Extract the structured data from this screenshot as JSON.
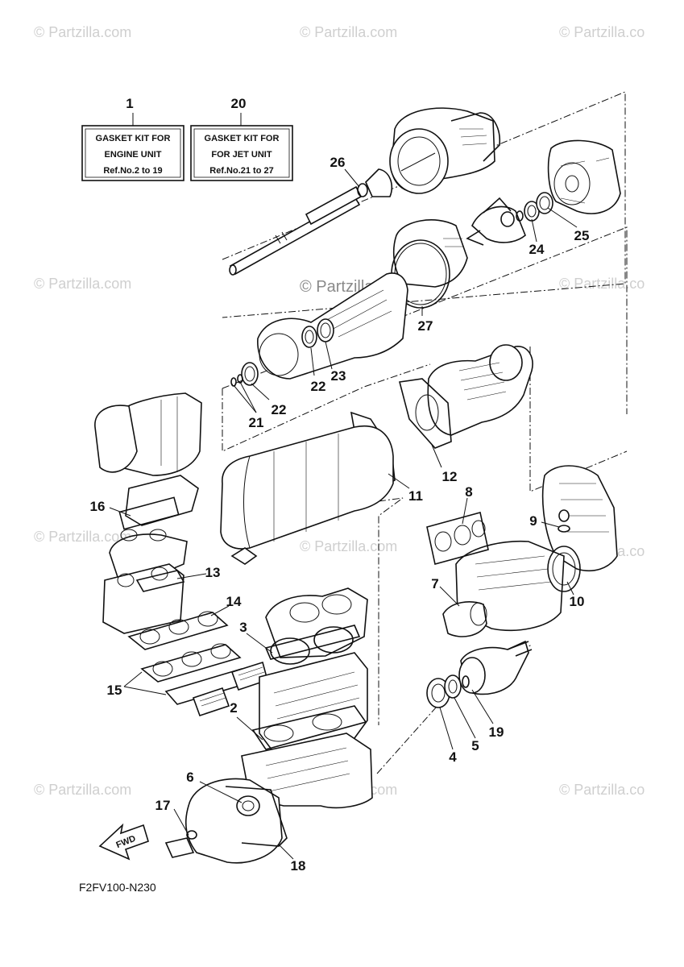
{
  "watermarks": [
    "© Partzilla.com",
    "© Partzilla.com",
    "© Partzilla.co",
    "© Partzilla.com",
    "© Partzilla.co",
    "© Partzilla.com",
    "© Partzilla.com",
    "© Partzilla.co",
    "© Partzilla.com",
    "© Partzilla.com",
    "© Partzilla.co"
  ],
  "center_watermark": "© Partzilla.com",
  "kits": [
    {
      "number": "1",
      "lines": [
        "GASKET  KIT FOR",
        "ENGINE UNIT",
        "Ref.No.2 to 19"
      ]
    },
    {
      "number": "20",
      "lines": [
        "GASKET  KIT FOR",
        "FOR JET UNIT",
        "Ref.No.21 to 27"
      ]
    }
  ],
  "callouts": [
    "26",
    "25",
    "24",
    "27",
    "22",
    "23",
    "22",
    "21",
    "12",
    "11",
    "8",
    "16",
    "9",
    "10",
    "7",
    "13",
    "14",
    "3",
    "15",
    "19",
    "5",
    "4",
    "2",
    "6",
    "17",
    "18"
  ],
  "fwd_label": "FWD",
  "diagram_code": "F2FV100-N230"
}
